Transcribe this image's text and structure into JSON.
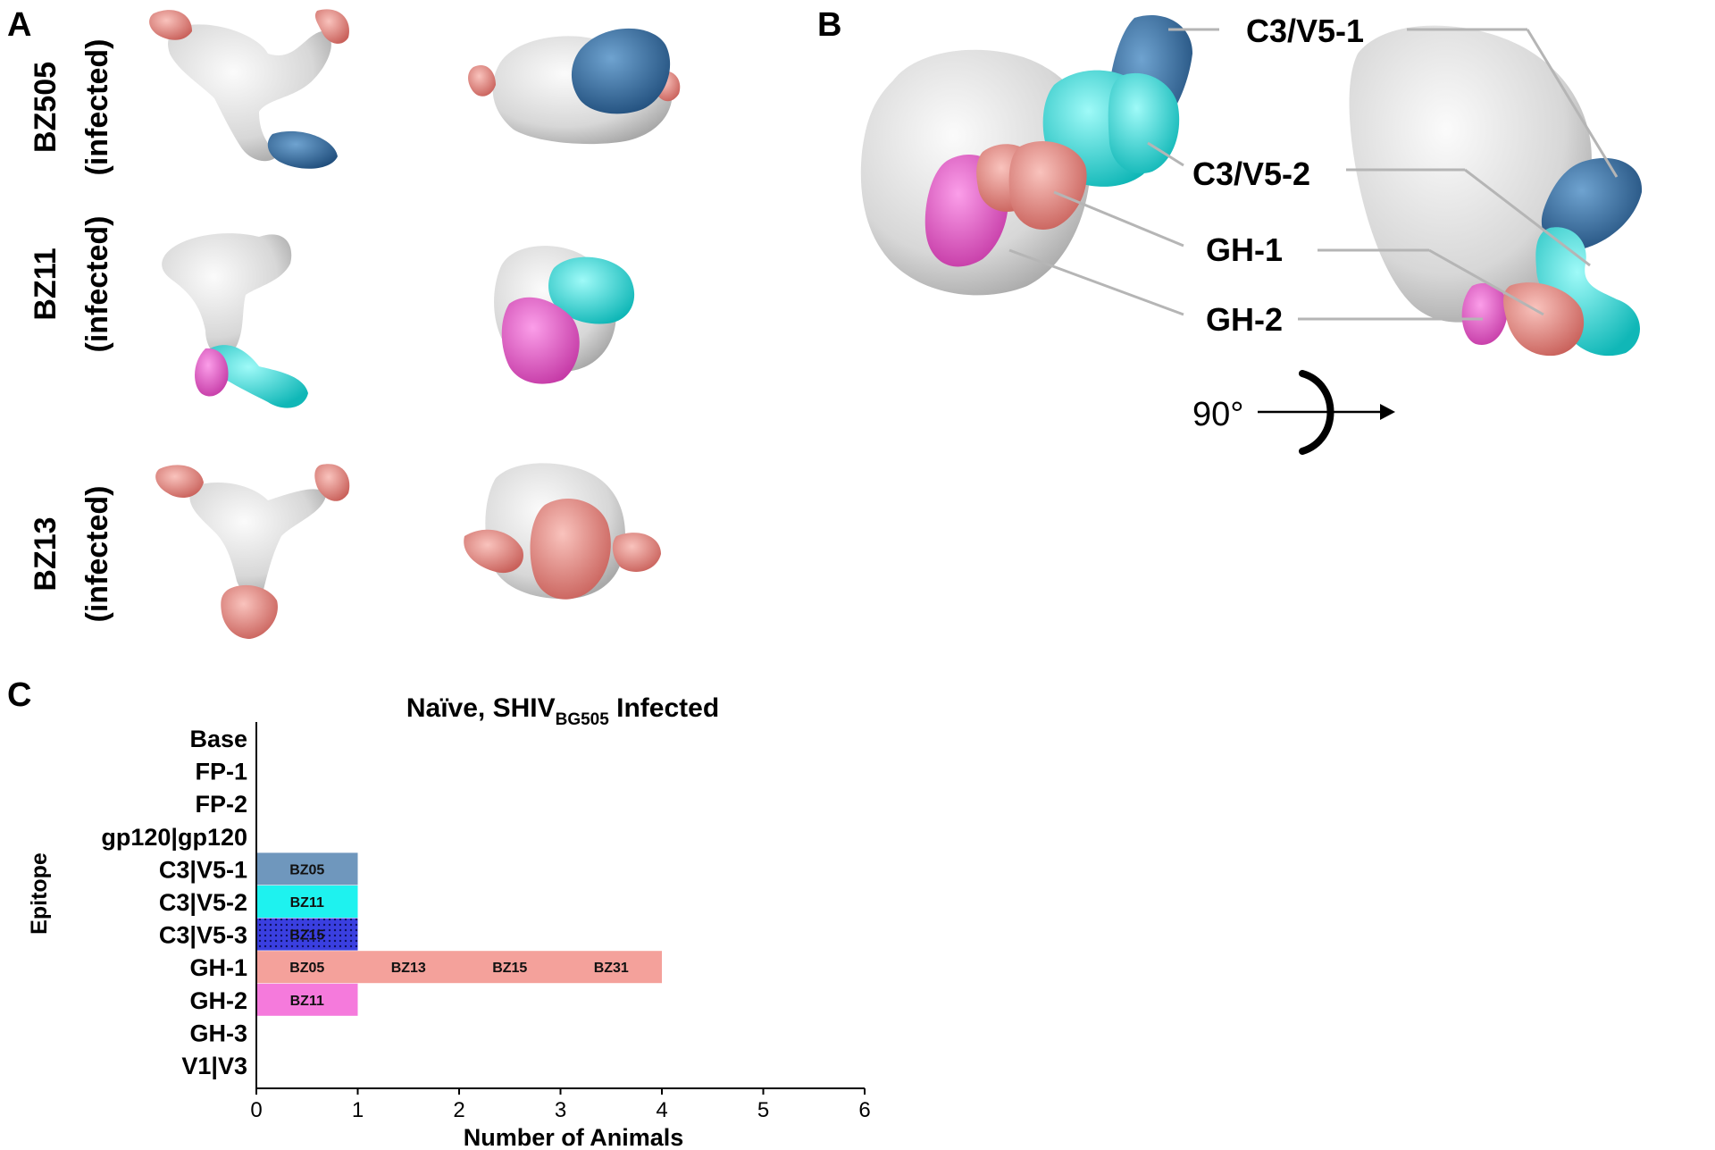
{
  "panels": {
    "a": {
      "letter": "A",
      "rows": [
        {
          "name": "BZ505",
          "status": "(infected)"
        },
        {
          "name": "BZ11",
          "status": "(infected)"
        },
        {
          "name": "BZ13",
          "status": "(infected)"
        }
      ]
    },
    "b": {
      "letter": "B",
      "labels": [
        "C3/V5-1",
        "C3/V5-2",
        "GH-1",
        "GH-2"
      ],
      "rotation_label": "90°"
    },
    "c": {
      "letter": "C"
    }
  },
  "colors": {
    "C3/V5-1": "#4a7fb0",
    "C3/V5-2": "#27e6e6",
    "C3/V5-3": "#2f3fd8",
    "GH-1": "#f0918b",
    "GH-2": "#ef6ed0",
    "base_density": "#d9d9d9"
  },
  "chart_data": {
    "type": "bar",
    "orientation": "horizontal",
    "stacked": true,
    "title": "Naïve, SHIV",
    "title_subscript": "BG505",
    "title_suffix": " Infected",
    "xlabel": "Number of Animals",
    "ylabel": "Epitope",
    "xlim": [
      0,
      6
    ],
    "xticks": [
      0,
      1,
      2,
      3,
      4,
      5,
      6
    ],
    "grid": false,
    "categories": [
      "Base",
      "FP-1",
      "FP-2",
      "gp120|gp120",
      "C3|V5-1",
      "C3|V5-2",
      "C3|V5-3",
      "GH-1",
      "GH-2",
      "GH-3",
      "V1|V3"
    ],
    "bars": [
      {
        "category": "C3|V5-1",
        "segments": [
          "BZ05"
        ],
        "color": "#6f97bd",
        "pattern": "none"
      },
      {
        "category": "C3|V5-2",
        "segments": [
          "BZ11"
        ],
        "color": "#1ef2ef",
        "pattern": "none"
      },
      {
        "category": "C3|V5-3",
        "segments": [
          "BZ15"
        ],
        "color": "#3a3fe0",
        "pattern": "dots"
      },
      {
        "category": "GH-1",
        "segments": [
          "BZ05",
          "BZ13",
          "BZ15",
          "BZ31"
        ],
        "color": "#f4a19b",
        "pattern": "none"
      },
      {
        "category": "GH-2",
        "segments": [
          "BZ11"
        ],
        "color": "#f57adc",
        "pattern": "none"
      }
    ]
  }
}
